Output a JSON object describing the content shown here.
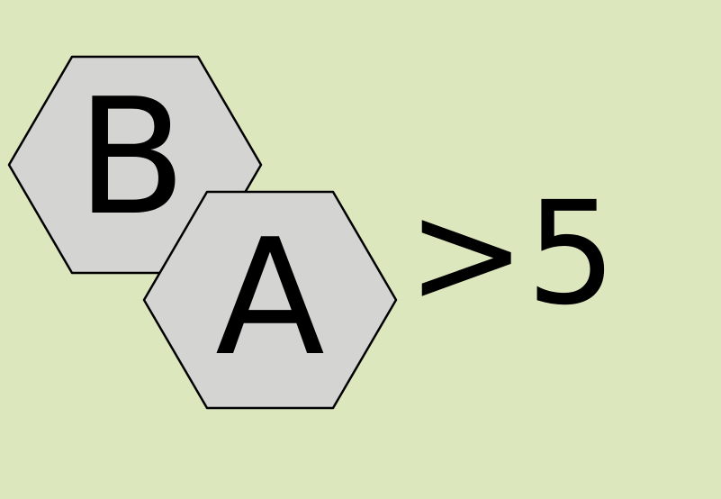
{
  "colors": {
    "background": "#dde7bd",
    "hex_fill": "#d4d4d2",
    "hex_stroke": "#000000",
    "text": "#000000"
  },
  "hexagons": [
    {
      "letter": "B"
    },
    {
      "letter": "A"
    }
  ],
  "relation": {
    "operator": ">",
    "value": "5",
    "text": ">5"
  }
}
